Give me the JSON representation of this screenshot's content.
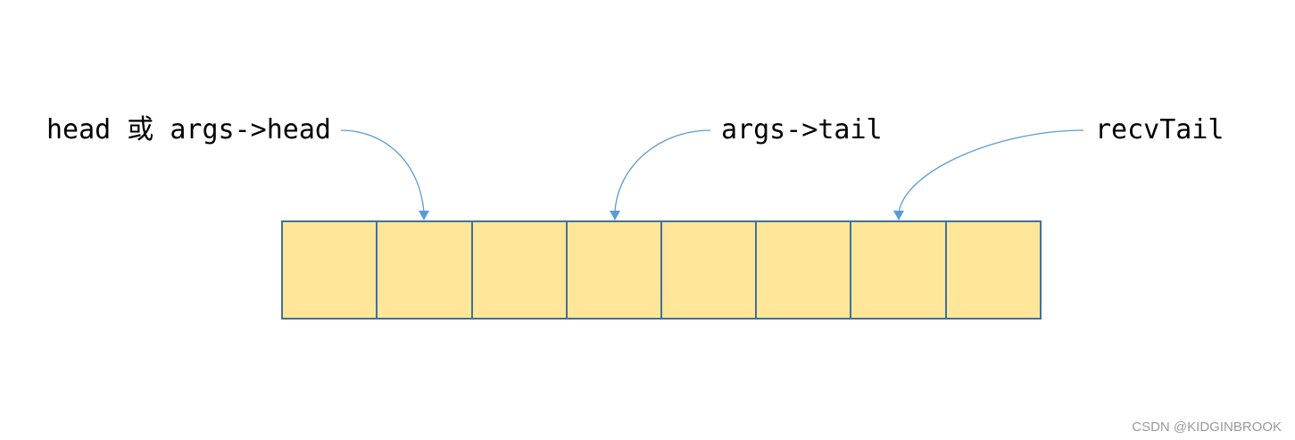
{
  "labels": {
    "head": "head 或 args->head",
    "tail": "args->tail",
    "recv_tail": "recvTail"
  },
  "buffer": {
    "cell_count": 8,
    "cell_fill": "#FFE699",
    "cell_border": "#41719C"
  },
  "arrow_color": "#5B9BD5",
  "watermark": "CSDN @KIDGINBROOK"
}
